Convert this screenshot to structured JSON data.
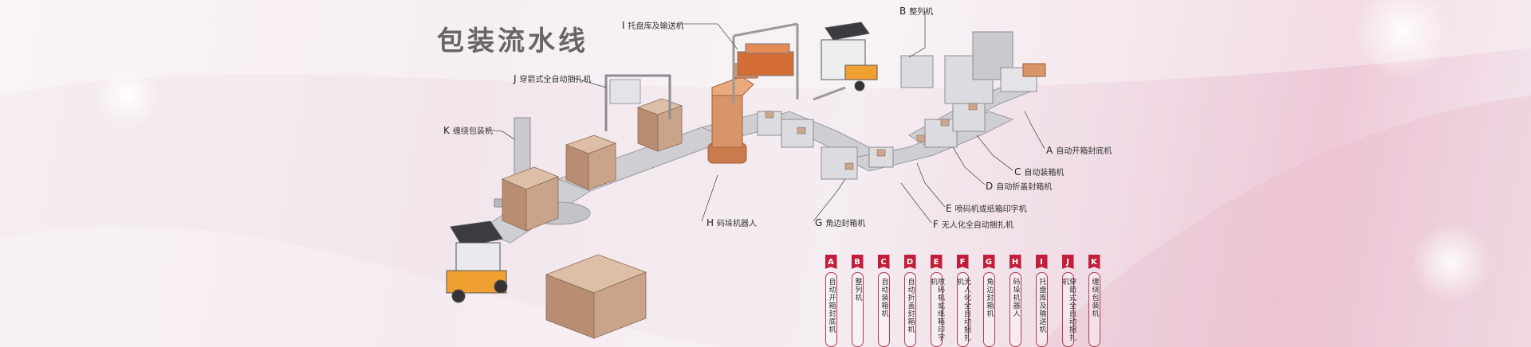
{
  "title": "包装流水线",
  "callouts": [
    {
      "id": "I",
      "letter": "I",
      "label": "托盘库及输送机"
    },
    {
      "id": "B",
      "letter": "B",
      "label": "整列机"
    },
    {
      "id": "J",
      "letter": "J",
      "label": "穿箭式全自动捆扎机"
    },
    {
      "id": "K",
      "letter": "K",
      "label": "缠绕包装机"
    },
    {
      "id": "A",
      "letter": "A",
      "label": "自动开箱封底机"
    },
    {
      "id": "C",
      "letter": "C",
      "label": "自动装箱机"
    },
    {
      "id": "D",
      "letter": "D",
      "label": "自动折盖封箱机"
    },
    {
      "id": "E",
      "letter": "E",
      "label": "喷码机或纸箱印字机"
    },
    {
      "id": "F",
      "letter": "F",
      "label": "无人化全自动捆扎机"
    },
    {
      "id": "G",
      "letter": "G",
      "label": "角边封箱机"
    },
    {
      "id": "H",
      "letter": "H",
      "label": "码垛机器人"
    }
  ],
  "legend": [
    {
      "letter": "A",
      "label": "自动开箱封底机"
    },
    {
      "letter": "B",
      "label": "整列机"
    },
    {
      "letter": "C",
      "label": "自动装箱机"
    },
    {
      "letter": "D",
      "label": "自动折盖封箱机"
    },
    {
      "letter": "E",
      "label": "喷码机或纸箱印字机"
    },
    {
      "letter": "F",
      "label": "无人化全自动捆扎机"
    },
    {
      "letter": "G",
      "label": "角边封箱机"
    },
    {
      "letter": "H",
      "label": "码垛机器人"
    },
    {
      "letter": "I",
      "label": "托盘库及输送机"
    },
    {
      "letter": "J",
      "label": "穿箭式全自动捆扎机"
    },
    {
      "letter": "K",
      "label": "缠绕包装机"
    }
  ],
  "colors": {
    "accent": "#c21d3a",
    "title": "#6b6466",
    "machine": "#d9d9dc",
    "box": "#c9a48a",
    "robot": "#d9956a"
  }
}
